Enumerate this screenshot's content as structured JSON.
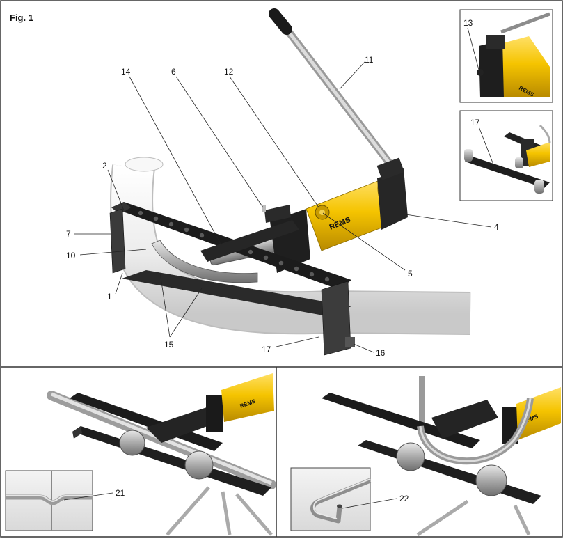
{
  "figure": {
    "title": "Fig. 1",
    "brand": "REMS",
    "callouts": {
      "c1": "1",
      "c2": "2",
      "c4": "4",
      "c5": "5",
      "c6": "6",
      "c7": "7",
      "c10": "10",
      "c11": "11",
      "c12": "12",
      "c13": "13",
      "c14": "14",
      "c15": "15",
      "c16": "16",
      "c17": "17",
      "c17b": "17",
      "c21": "21",
      "c22": "22"
    }
  },
  "colors": {
    "pump_yellow": "#f5c400",
    "frame_black": "#1e1e1e",
    "pipe_white": "#eeeeee",
    "steel": "#b9b9b9"
  }
}
